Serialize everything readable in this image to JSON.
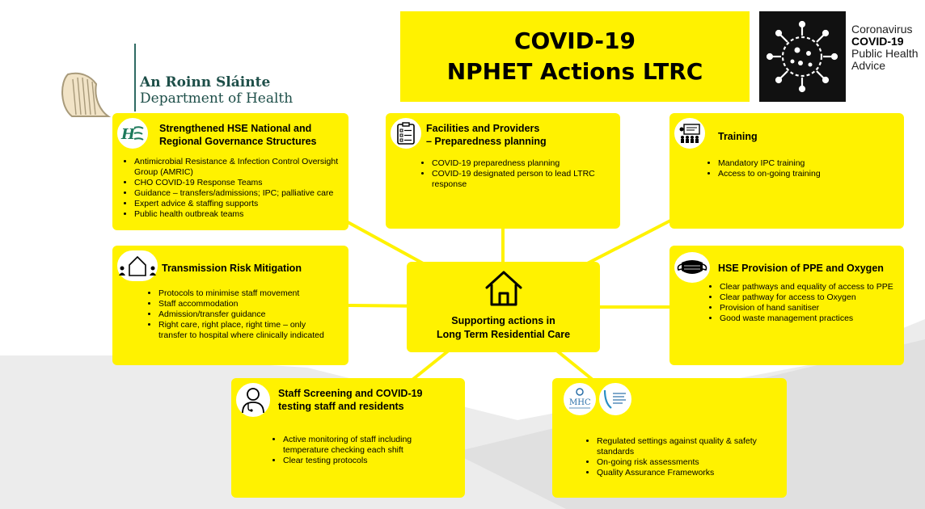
{
  "header": {
    "title_line1": "COVID-19",
    "title_line2": "NPHET Actions LTRC"
  },
  "department": {
    "irish_name": "An Roinn Sláinte",
    "english_name": "Department of Health"
  },
  "covid_brand": {
    "line1": "Coronavirus",
    "line2": "COVID-19",
    "line3": "Public Health",
    "line4": "Advice"
  },
  "center": {
    "line1": "Supporting actions in",
    "line2": "Long Term Residential Care",
    "icon": "house-icon"
  },
  "boxes": {
    "governance": {
      "icon": "hse-logo-icon",
      "title1": "Strengthened HSE National and",
      "title2": "Regional Governance Structures",
      "items": [
        "Antimicrobial Resistance & Infection Control Oversight Group (AMRIC)",
        "CHO COVID-19 Response Teams",
        "Guidance – transfers/admissions; IPC; palliative care",
        "Expert advice & staffing supports",
        "Public health outbreak teams"
      ]
    },
    "facilities": {
      "icon": "clipboard-checklist-icon",
      "title1": "Facilities and Providers",
      "title2": "– Preparedness planning",
      "items": [
        "COVID-19 preparedness planning",
        "COVID-19 designated person to lead LTRC response"
      ]
    },
    "training": {
      "icon": "training-presentation-icon",
      "title1": "Training",
      "items": [
        "Mandatory IPC training",
        "Access to on-going training"
      ]
    },
    "transmission": {
      "icon": "distancing-house-icon",
      "title1": "Transmission Risk Mitigation",
      "items": [
        "Protocols to minimise staff movement",
        "Staff accommodation",
        "Admission/transfer guidance",
        "Right care, right place, right time – only transfer to hospital where clinically indicated"
      ]
    },
    "ppe": {
      "icon": "face-mask-icon",
      "title1": "HSE Provision of PPE and Oxygen",
      "items": [
        "Clear pathways and equality of access to PPE",
        "Clear pathway for access to Oxygen",
        "Provision of hand sanitiser",
        "Good waste management practices"
      ]
    },
    "screening": {
      "icon": "doctor-icon",
      "title1": "Staff Screening and COVID-19",
      "title2": "testing staff and residents",
      "items": [
        "Active monitoring of staff including temperature checking each shift",
        "Clear testing protocols"
      ]
    },
    "regulation": {
      "icons": [
        "mhc-logo-icon",
        "hiqa-logo-icon"
      ],
      "items": [
        "Regulated settings against quality & safety standards",
        "On-going risk assessments",
        "Quality Assurance Frameworks"
      ]
    }
  },
  "colors": {
    "box_yellow": "#fff200",
    "connector": "#fff200",
    "virus_bg": "#111111",
    "dept_green": "#1e4f49"
  }
}
